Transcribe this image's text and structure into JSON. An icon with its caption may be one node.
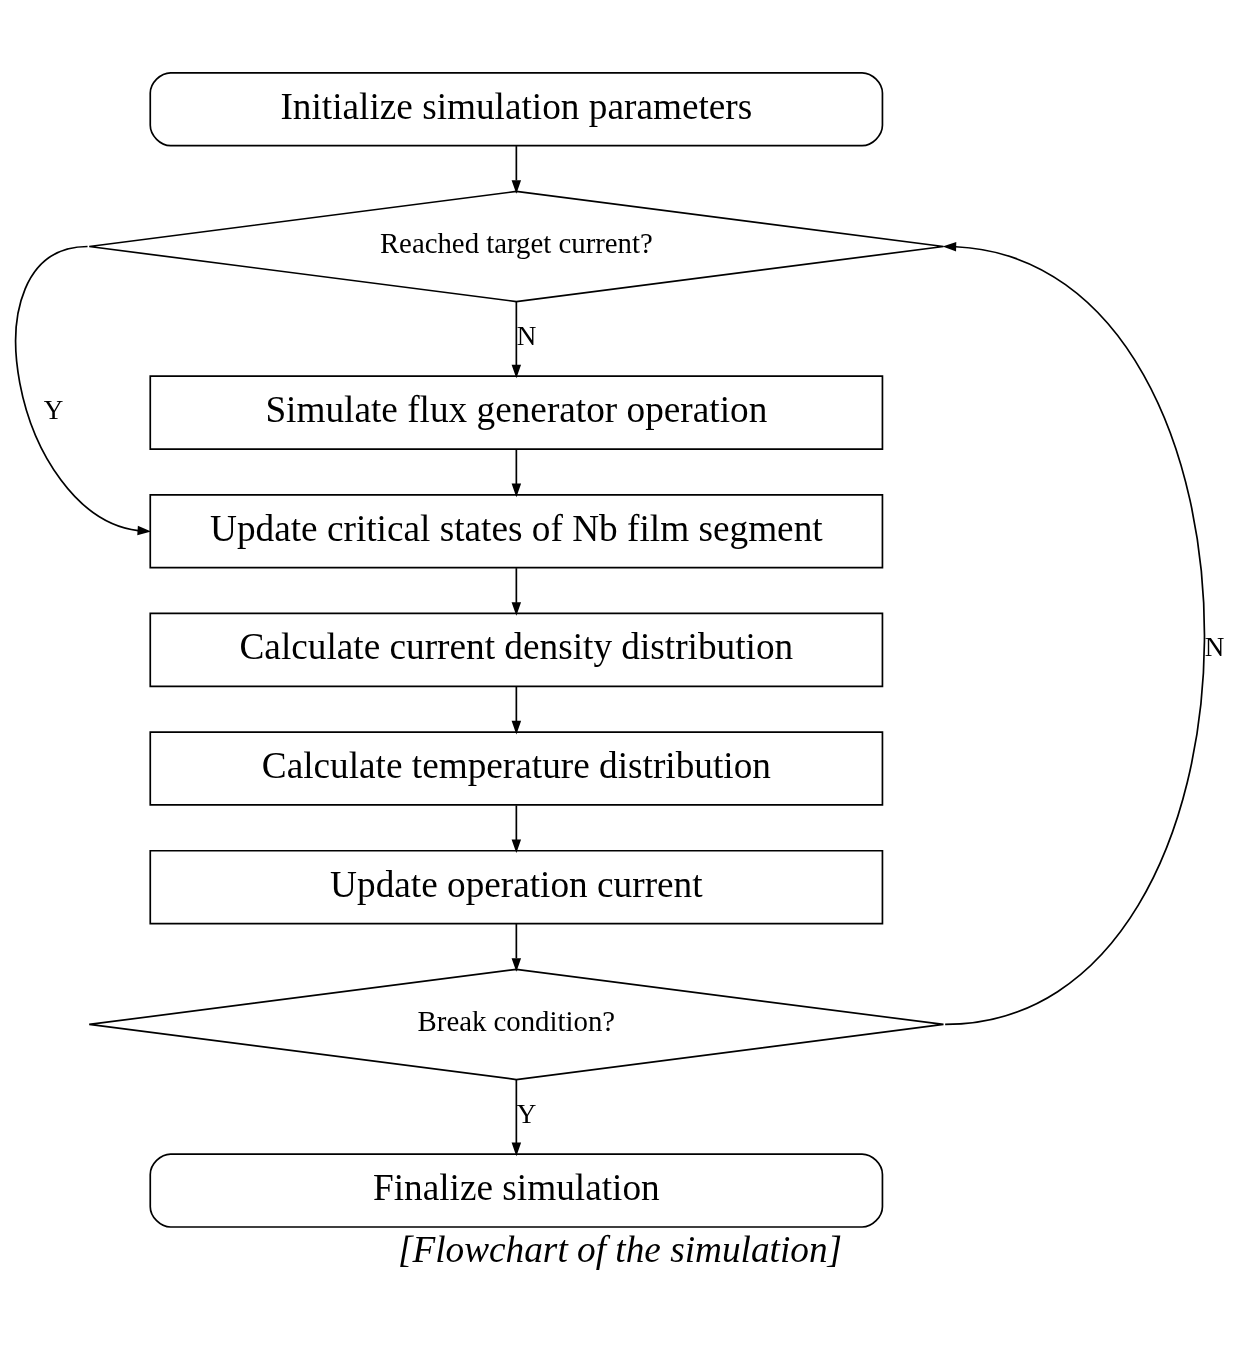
{
  "diagram": {
    "caption": "[Flowchart of the simulation]",
    "nodes": [
      {
        "text": [
          "Initialize simulation parameters"
        ]
      },
      {
        "text": [
          "Reached target current?"
        ]
      },
      {
        "text": [
          "Simulate flux generator operation"
        ]
      },
      {
        "text": [
          "Update critical states of Nb film segment"
        ]
      },
      {
        "text": [
          "Calculate current density distribution"
        ]
      },
      {
        "text": [
          "Calculate temperature distribution"
        ]
      },
      {
        "text": [
          "Update operation current"
        ]
      },
      {
        "text": [
          "Break condition?"
        ]
      },
      {
        "text": [
          "Finalize simulation"
        ]
      }
    ],
    "edges": [
      {
        "from": 0,
        "to": 1,
        "arrow": "to"
      },
      {
        "from": 1,
        "to": 2,
        "arrow": "to",
        "label": "N"
      },
      {
        "from": 1,
        "to": 3,
        "arrow": "to",
        "label": "Y"
      },
      {
        "from": 2,
        "to": 3,
        "arrow": "to"
      },
      {
        "from": 3,
        "to": 4,
        "arrow": "to"
      },
      {
        "from": 4,
        "to": 5,
        "arrow": "to"
      },
      {
        "from": 5,
        "to": 6,
        "arrow": "to"
      },
      {
        "from": 6,
        "to": 7,
        "arrow": "to"
      },
      {
        "from": 7,
        "to": 8,
        "arrow": "to",
        "label": "Y"
      },
      {
        "from": 7,
        "to": 1,
        "arrow": "to",
        "label": "N"
      }
    ]
  }
}
